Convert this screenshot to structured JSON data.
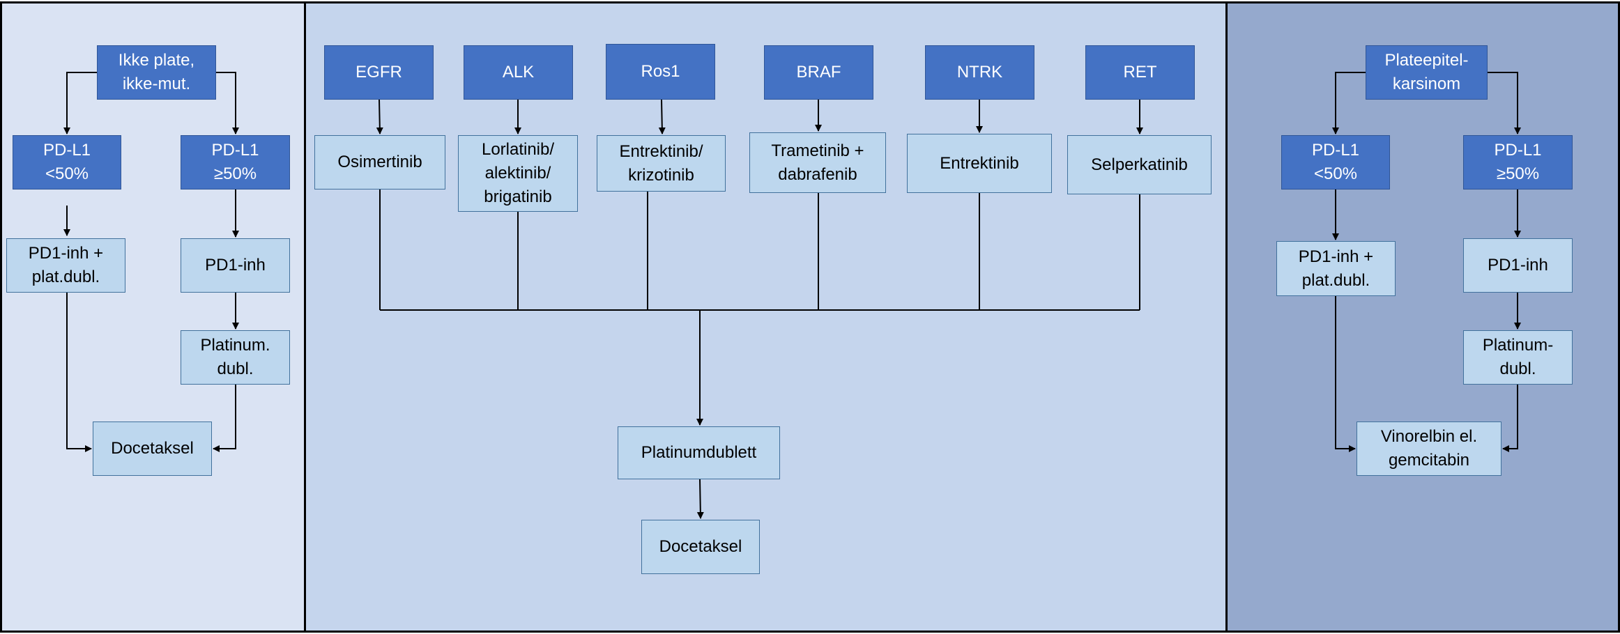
{
  "colors": {
    "panel_left": "#dae3f3",
    "panel_middle": "#c5d5ed",
    "panel_right": "#95a9cd",
    "node_dark": "#4472c4",
    "node_light": "#bdd7ee"
  },
  "nodes": {
    "left_root": "Ikke plate,\nikke-mut.",
    "left_pdl1_low": "PD-L1\n<50%",
    "left_pdl1_high": "PD-L1\n≥50%",
    "left_pd1_plat": "PD1-inh +\nplat.dubl.",
    "left_pd1": "PD1-inh",
    "left_platinum": "Platinum.\ndubl.",
    "left_docetaksel": "Docetaksel",
    "egfr": "EGFR",
    "alk": "ALK",
    "ros1": "Ros1",
    "braf": "BRAF",
    "ntrk": "NTRK",
    "ret": "RET",
    "osimertinib": "Osimertinib",
    "lorlatinib": "Lorlatinib/\nalektinib/\nbrigatinib",
    "entrektinib_krizotinib": "Entrektinib/\nkrizotinib",
    "trametinib": "Trametinib +\ndabrafenib",
    "entrektinib": "Entrektinib",
    "selperkatinib": "Selperkatinib",
    "platinumdublett": "Platinumdublett",
    "mid_docetaksel": "Docetaksel",
    "right_root": "Plateepitel-\nkarsinom",
    "right_pdl1_low": "PD-L1\n<50%",
    "right_pdl1_high": "PD-L1\n≥50%",
    "right_pd1_plat": "PD1-inh +\nplat.dubl.",
    "right_pd1": "PD1-inh",
    "right_platinum": "Platinum-\ndubl.",
    "right_vinorelbin": "Vinorelbin el.\ngemcitabin"
  }
}
